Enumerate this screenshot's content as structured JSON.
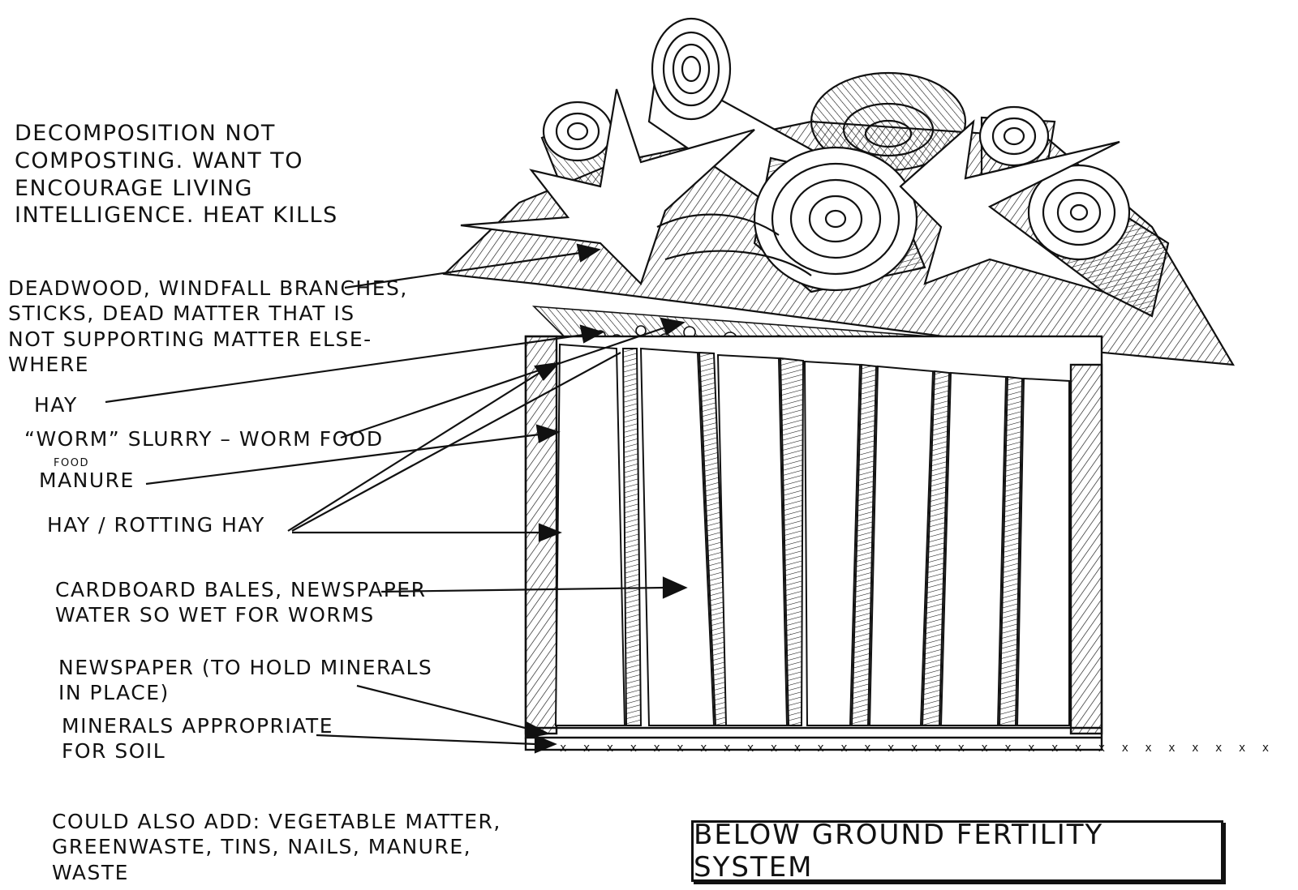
{
  "diagram": {
    "title": "BELOW GROUND FERTILITY SYSTEM",
    "intro_note": "DECOMPOSITION NOT\nCOMPOSTING. WANT TO\nENCOURAGE LIVING\nINTELLIGENCE. HEAT KILLS",
    "labels": {
      "deadwood": "DEADWOOD, WINDFALL BRANCHES,\nSTICKS, DEAD MATTER THAT IS\nNOT SUPPORTING MATTER ELSE-\nWHERE",
      "hay": "HAY",
      "worm_slurry": "“WORM” SLURRY – WORM FOOD",
      "food_note": "FOOD",
      "manure": "MANURE",
      "rotting_hay": "HAY / ROTTING HAY",
      "cardboard": "CARDBOARD BALES, NEWSPAPER\nWATER SO WET FOR WORMS",
      "newspaper": "NEWSPAPER (TO HOLD MINERALS\nIN PLACE)",
      "minerals": "MINERALS APPROPRIATE\nFOR SOIL"
    },
    "also_note": "COULD ALSO ADD: VEGETABLE MATTER,\nGREENWASTE, TINS, NAILS, MANURE,\nWASTE",
    "stroke_color": "#111111",
    "background_color": "#ffffff"
  }
}
